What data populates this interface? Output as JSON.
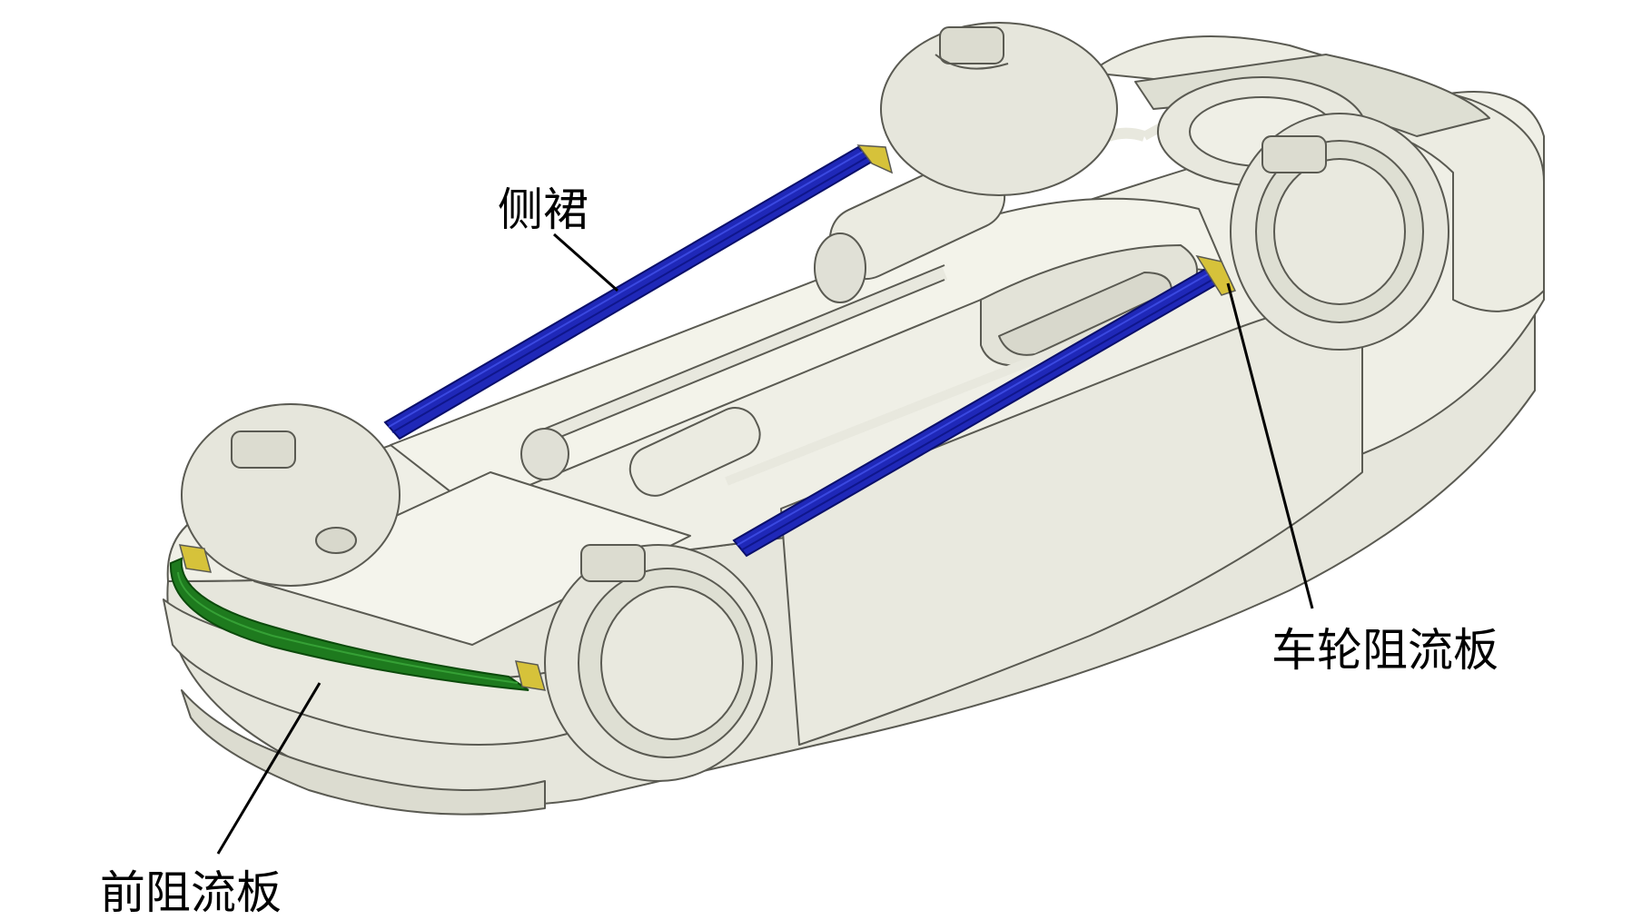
{
  "labels": {
    "side_skirt": "侧裙",
    "wheel_spoiler": "车轮阻流板",
    "front_spoiler": "前阻流板"
  },
  "colors": {
    "body": "#efefe6",
    "body_edge": "#5a5a52",
    "body_shade": "#d8d8cc",
    "side_skirt": "#1f28b8",
    "front_spoiler": "#1e7a1e",
    "mount_tab": "#d6c23a",
    "leader_line": "#000000"
  }
}
